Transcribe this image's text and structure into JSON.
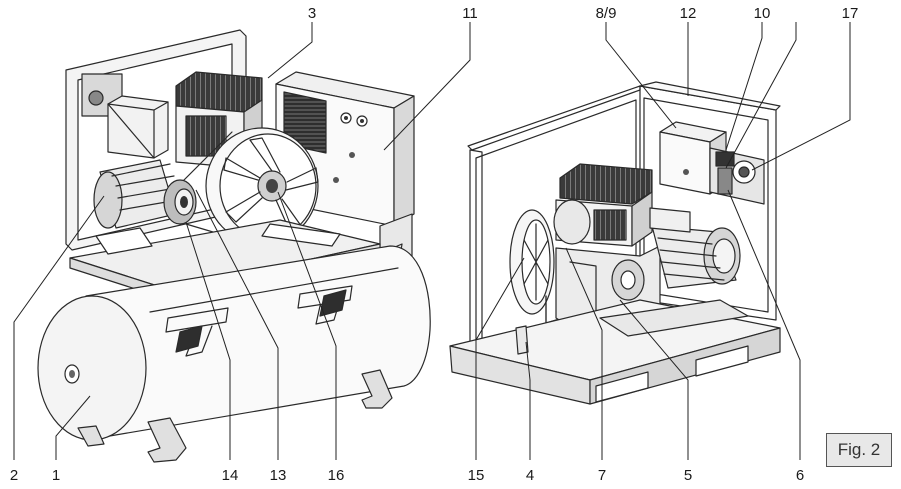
{
  "figure_label": "Fig. 2",
  "callouts_top": [
    "3",
    "11",
    "8/9",
    "12",
    "10",
    "17"
  ],
  "callouts_bottom": [
    "2",
    "1",
    "14",
    "13",
    "16",
    "15",
    "4",
    "7",
    "5",
    "6"
  ],
  "colors": {
    "ink": "#2a2a2a",
    "light_fill": "#f4f4f4",
    "mid_fill": "#d9d9d9",
    "dark_fill": "#555555",
    "fig_box": "#e8e8e8"
  }
}
